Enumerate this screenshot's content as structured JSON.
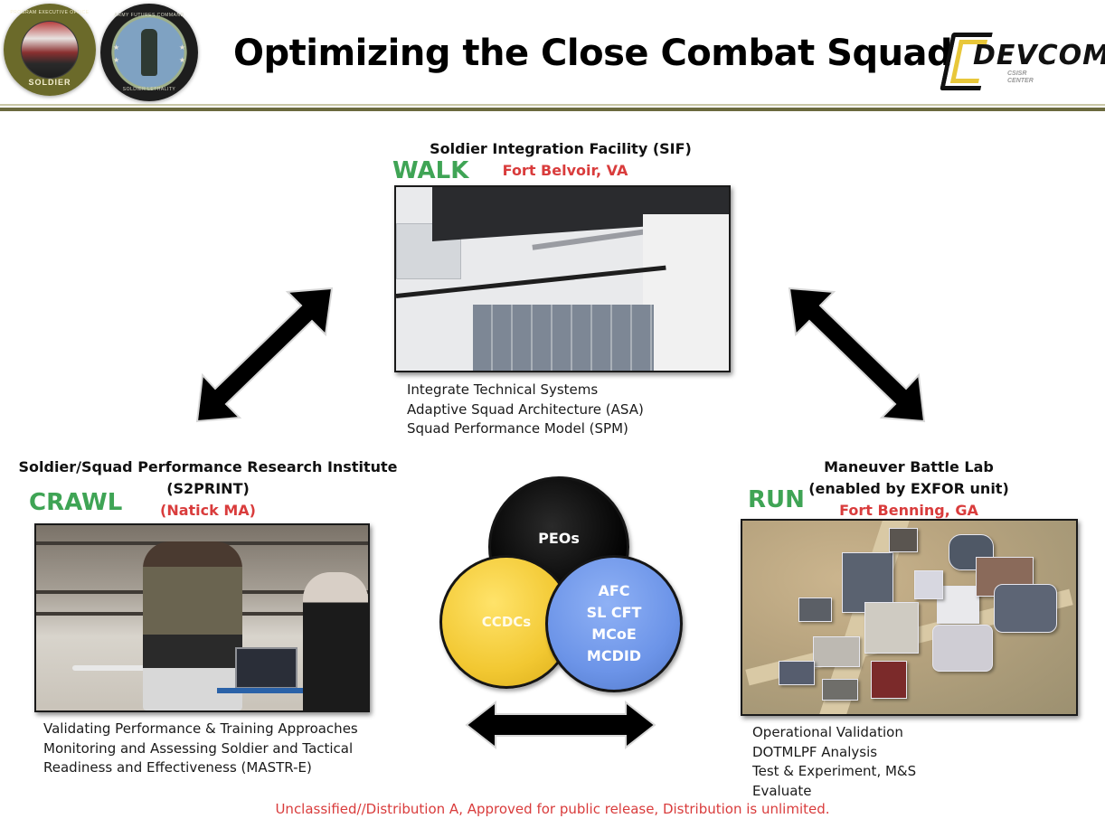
{
  "header": {
    "title": "Optimizing the Close Combat Squad",
    "logos": {
      "peo_soldier": {
        "top_text": "PROGRAM EXECUTIVE OFFICE",
        "bottom_text": "SOLDIER"
      },
      "afc": {
        "top_text": "ARMY FUTURES COMMAND",
        "bottom_text": "SOLDIER LETHALITY"
      },
      "devcom": {
        "wordmark": "DEVCOM",
        "sub_line1": "CSISR",
        "sub_line2": "CENTER"
      }
    }
  },
  "walk": {
    "phase": "WALK",
    "heading": "Soldier Integration Facility (SIF)",
    "location": "Fort Belvoir, VA",
    "image_alt": "Soldier Integration Facility interior rendering",
    "bullets": [
      "Integrate Technical Systems",
      "Adaptive Squad Architecture (ASA)",
      "Squad Performance Model (SPM)"
    ]
  },
  "crawl": {
    "phase": "CRAWL",
    "heading_line1": "Soldier/Squad Performance Research Institute",
    "heading_line2": "(S2PRINT)",
    "location": "(Natick MA)",
    "image_alt": "Soldier on treadmill with researcher and laptop",
    "bullets": [
      "Validating Performance & Training Approaches",
      "Monitoring and Assessing Soldier and Tactical",
      "Readiness and Effectiveness (MASTR-E)"
    ]
  },
  "run": {
    "phase": "RUN",
    "heading_line1": "Maneuver Battle Lab",
    "heading_line2": "(enabled by EXFOR unit)",
    "location": "Fort Benning, GA",
    "image_alt": "Aerial view of urban training site",
    "bullets": [
      "Operational Validation",
      "DOTMLPF Analysis",
      "Test & Experiment, M&S",
      "Evaluate"
    ]
  },
  "venn": {
    "top": "PEOs",
    "left": "CCDCs",
    "right": [
      "AFC",
      "SL CFT",
      "MCoE",
      "MCDID"
    ]
  },
  "footer": "Unclassified//Distribution A, Approved for public release, Distribution is unlimited.",
  "colors": {
    "phase_green": "#3fa455",
    "location_red": "#d93c3c",
    "venn_black": "#000000",
    "venn_yellow": "#f2c832",
    "venn_blue": "#6c94e8",
    "rule_olive": "#6b6a3e"
  }
}
